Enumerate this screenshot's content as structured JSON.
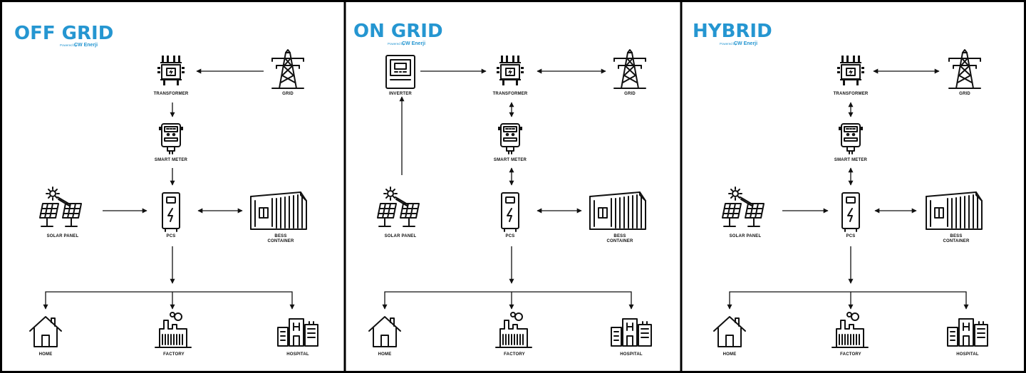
{
  "brand": {
    "powered_by": "Powered by",
    "name": "CW Enerji"
  },
  "panels": [
    {
      "title": "OFF GRID",
      "labels": {
        "transformer": "TRANSFORMER",
        "grid": "GRID",
        "smart_meter": "SMART METER",
        "solar_panel": "SOLAR PANEL",
        "pcs": "PCS",
        "bess": [
          "BESS",
          "CONTAINER"
        ],
        "home": "HOME",
        "factory": "FACTORY",
        "hospital": "HOSPITAL"
      }
    },
    {
      "title": "ON GRID",
      "labels": {
        "inverter": "INVERTER",
        "transformer": "TRANSFORMER",
        "grid": "GRID",
        "smart_meter": "SMART METER",
        "solar_panel": "SOLAR PANEL",
        "pcs": "PCS",
        "bess": [
          "BESS",
          "CONTAINER"
        ],
        "home": "HOME",
        "factory": "FACTORY",
        "hospital": "HOSPITAL"
      }
    },
    {
      "title": "HYBRID",
      "labels": {
        "transformer": "TRANSFORMER",
        "grid": "GRID",
        "smart_meter": "SMART METER",
        "solar_panel": "SOLAR PANEL",
        "pcs": "PCS",
        "bess": [
          "BESS",
          "CONTAINER"
        ],
        "home": "HOME",
        "factory": "FACTORY",
        "hospital": "HOSPITAL"
      }
    }
  ],
  "colors": {
    "title": "#2596d1",
    "line": "#111111",
    "border": "#000000"
  }
}
